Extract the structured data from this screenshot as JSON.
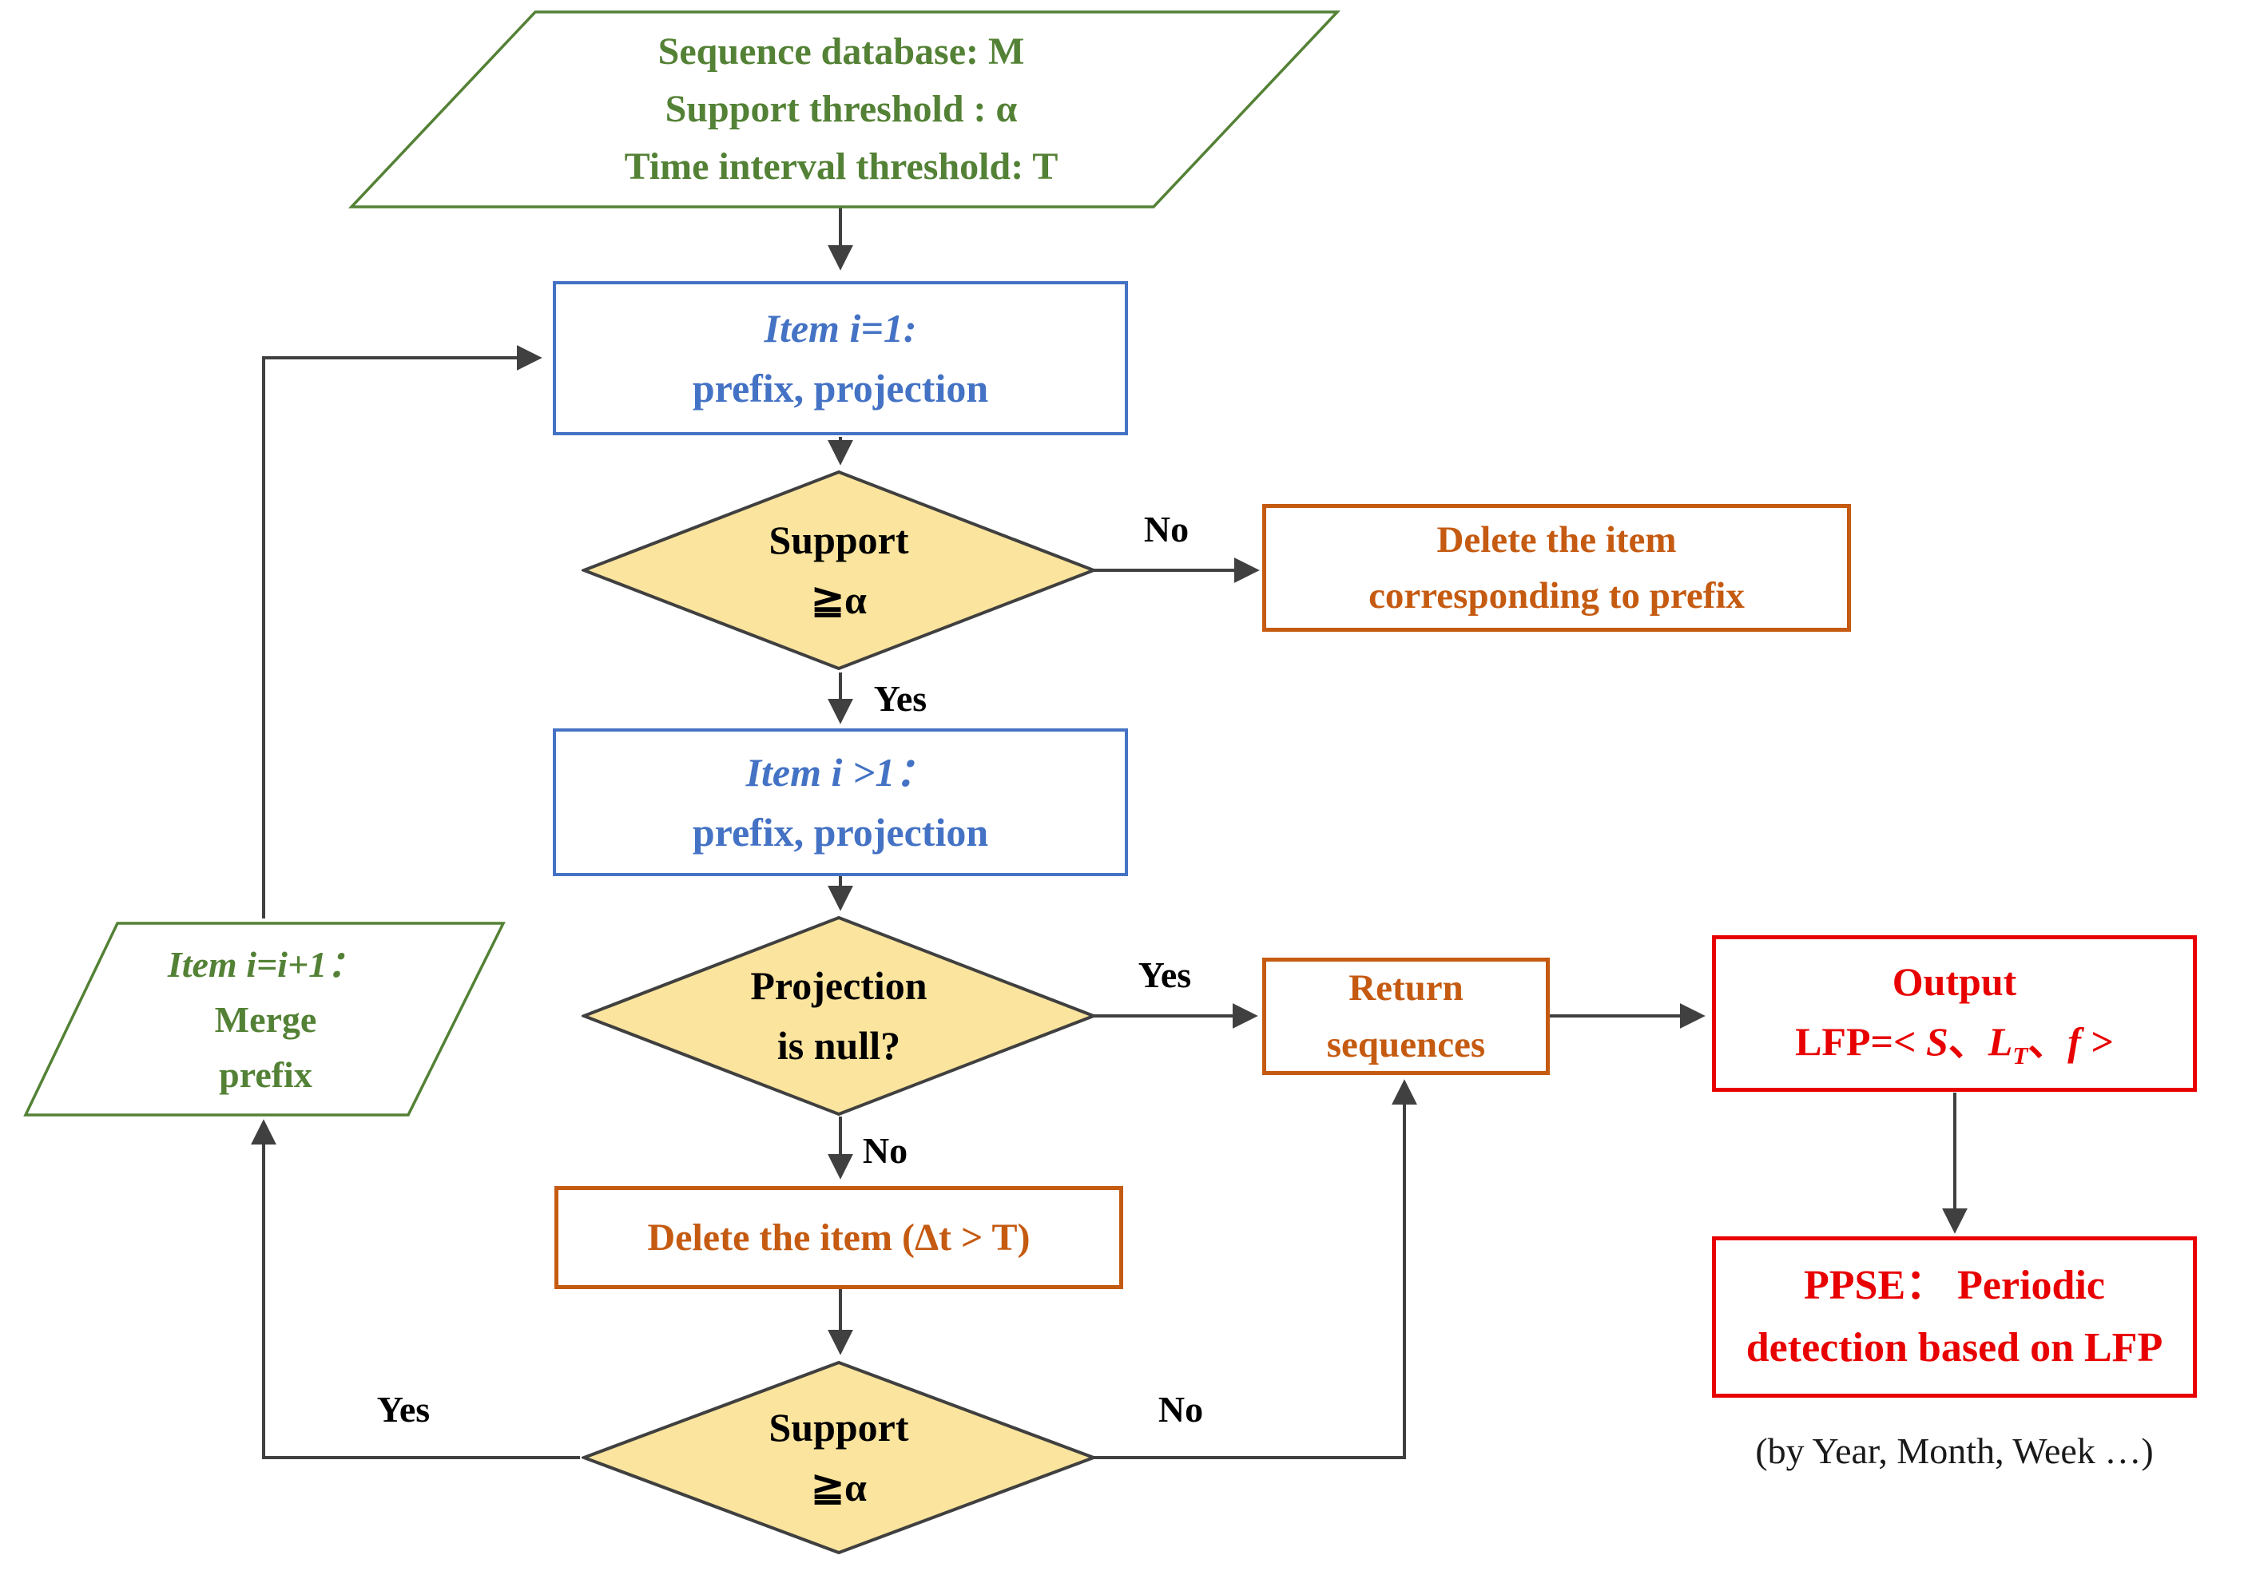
{
  "diagram": {
    "input_node": {
      "lines": [
        "Sequence database: M",
        "Support threshold : α",
        "Time interval threshold: T"
      ]
    },
    "item1_node": {
      "line1": "Item i=1:",
      "line2": "prefix, projection"
    },
    "support1_node": {
      "line1": "Support",
      "line2": "≧α"
    },
    "delete_prefix_node": {
      "line1": "Delete the item",
      "line2": "corresponding to prefix"
    },
    "item_gt1_node": {
      "line1": "Item i >1：",
      "line2": "prefix, projection"
    },
    "projection_node": {
      "line1": "Projection",
      "line2": "is null?"
    },
    "return_node": {
      "line1": "Return",
      "line2": "sequences"
    },
    "output_node": {
      "line1": "Output",
      "lfp": {
        "eq": "LFP=< ",
        "s": "S",
        "sep1": "、",
        "l": "L",
        "t_sub": "T",
        "sep2": "、",
        "f": "f",
        "close": " >"
      }
    },
    "delete_t_node": {
      "line1": "Delete the item (Δt > T)"
    },
    "support2_node": {
      "line1": "Support",
      "line2": "≧α"
    },
    "merge_node": {
      "lines": [
        "Item i=i+1：",
        "Merge",
        "prefix"
      ]
    },
    "ppse_node": {
      "line1": "PPSE： Periodic",
      "line2": "detection based on LFP"
    },
    "caption": "(by Year, Month, Week …)",
    "labels": {
      "no1": "No",
      "yes1": "Yes",
      "yes2": "Yes",
      "no2": "No",
      "yes3": "Yes",
      "no3": "No"
    },
    "colors": {
      "green": "#538135",
      "blue": "#4472C4",
      "orange": "#C55A11",
      "red": "#E80000",
      "diamond_fill": "#FBE49D",
      "diamond_border": "#404040",
      "connector": "#404040"
    }
  }
}
